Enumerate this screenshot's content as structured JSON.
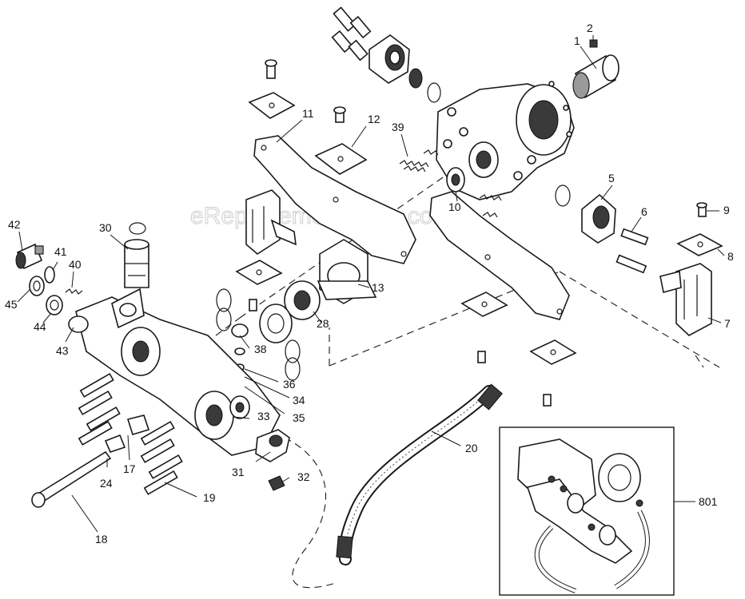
{
  "watermark": "eReplacementParts.com",
  "callouts": {
    "p1": "1",
    "p2": "2",
    "p5": "5",
    "p6": "6",
    "p7": "7",
    "p8": "8",
    "p9": "9",
    "p10": "10",
    "p11": "11",
    "p12": "12",
    "p13": "13",
    "p17": "17",
    "p18": "18",
    "p19": "19",
    "p20": "20",
    "p24": "24",
    "p28": "28",
    "p30": "30",
    "p31": "31",
    "p32": "32",
    "p33": "33",
    "p34": "34",
    "p35": "35",
    "p36": "36",
    "p38": "38",
    "p39": "39",
    "p40": "40",
    "p41": "41",
    "p42": "42",
    "p43": "43",
    "p44": "44",
    "p45": "45",
    "p801": "801"
  }
}
